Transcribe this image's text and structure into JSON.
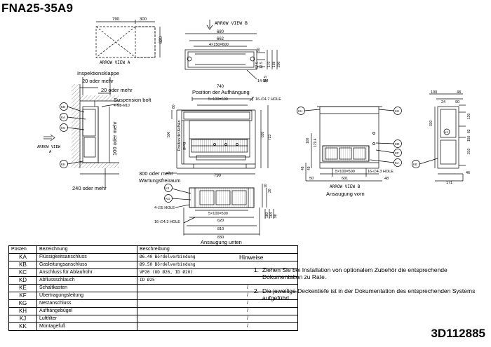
{
  "title": "FNA25-35A9",
  "doc_id": "3D112885",
  "labels": {
    "arrow_view_a_caption": "ARROW VIEW A",
    "arrow_view_b_top": "ARROW VIEW B",
    "arrow_view_a_left_1": "ARROW VIEW",
    "arrow_view_a_left_2": "A",
    "arrow_view_b_caption": "ARROW VIEW B",
    "inspektionsklappe": "Inspektionsklappe",
    "min20_a": "20 oder mehr",
    "min20_b": "20 oder mehr",
    "suspension_bolt": "Suspension bolt",
    "m8_m10": "4-M8-M10",
    "min100": "100 oder mehr",
    "min240": "240 oder mehr",
    "min300": "300 oder mehr",
    "wartungsfreiraum": "Wartungsfreiraum",
    "position_aufhaengung": "Position der Aufhängung",
    "position_aufhaengung_v": "Position der Aufhän",
    "gung": "gung",
    "ansaugung_vorn": "Ansaugung vorn",
    "ansaugung_unten": "Ansaugung unten",
    "hole_16_47": "16-∅4.7 HOLE",
    "hole_16_43a": "16-∅4.3 HOLE",
    "hole_16_43b": "16-∅4.3 HOLE",
    "hole_4_5": "4-∅5 HOLE",
    "m4": "14-M4"
  },
  "dims": {
    "d790": "790",
    "d300": "300",
    "d620": "620",
    "d680": "680",
    "d662": "662",
    "d4x150": "4×150=600",
    "d90": "90",
    "d575": "57.5",
    "d125": "12.5",
    "d185": "18.5",
    "d170": "170",
    "d158": "158",
    "d200": "200",
    "d740": "740",
    "d5x100a": "5×100=500",
    "d80": "80",
    "d500": "500",
    "d620b": "620",
    "d723": "723",
    "d790b": "790",
    "d100": "100",
    "d1794": "179.4",
    "d48": "48",
    "d49": "49",
    "d5x100b": "5×100=500",
    "d50": "50",
    "d601": "601",
    "d48b": "48",
    "d149": "149",
    "r100": "100",
    "r48": "48",
    "r24": "24",
    "r90": "90",
    "r330": "330",
    "r130": "130",
    "r82": "82",
    "r150": "150",
    "r310": "310",
    "r46": "46",
    "r171": "171",
    "b10": "10",
    "b30": "30",
    "b5x100": "5×100=500",
    "b620": "620",
    "b810": "810",
    "b830": "830",
    "b180": "180",
    "b164": "164",
    "b98": "98"
  },
  "callouts": {
    "ka": "KA",
    "kb": "KB",
    "kc": "KC",
    "kd": "KD",
    "ke": "KE",
    "kf": "KF",
    "kg": "KG",
    "kh": "KH",
    "kj": "KJ",
    "kk": "KK"
  },
  "table": {
    "headers": [
      "Posten",
      "Bezeichnung",
      "Beschreibung"
    ],
    "rows": [
      {
        "code": "KA",
        "name": "Flüssigkeitsanschluss",
        "desc": "Ø6.40 Bördelverbindung"
      },
      {
        "code": "KB",
        "name": "Gasleitungsanschluss",
        "desc": "Ø9.50 Bördelverbindung"
      },
      {
        "code": "KC",
        "name": "Anschluss für Ablaufrohr",
        "desc": "VP20 (OD Ø26, ID Ø20)"
      },
      {
        "code": "KD",
        "name": "Abflussschlauch",
        "desc": "ID Ø25"
      },
      {
        "code": "KE",
        "name": "Schaltkasten",
        "desc": "/"
      },
      {
        "code": "KF",
        "name": "Übertragungsleitung",
        "desc": "/"
      },
      {
        "code": "KG",
        "name": "Netzanschluss",
        "desc": "/"
      },
      {
        "code": "KH",
        "name": "Aufhängebügel",
        "desc": "/"
      },
      {
        "code": "KJ",
        "name": "Luftfilter",
        "desc": "/"
      },
      {
        "code": "KK",
        "name": "Montagefuß",
        "desc": "/"
      }
    ]
  },
  "notes": {
    "heading": "Hinweise",
    "items": [
      {
        "num": "1.",
        "text": "Ziehen Sie bei Installation von optionalem Zubehör die entsprechende Dokumentation zu Rate."
      },
      {
        "num": "2.",
        "text": "Die jeweilige Deckentiefe ist in der Dokumentation des entsprechenden Systems aufgeführt."
      }
    ]
  }
}
